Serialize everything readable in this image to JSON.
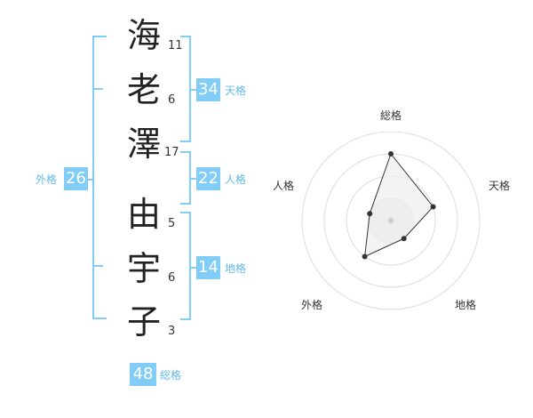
{
  "name": {
    "surname": [
      {
        "char": "海",
        "strokes": "11"
      },
      {
        "char": "老",
        "strokes": "6"
      },
      {
        "char": "澤",
        "strokes": "17"
      }
    ],
    "given": [
      {
        "char": "由",
        "strokes": "5"
      },
      {
        "char": "宇",
        "strokes": "6"
      },
      {
        "char": "子",
        "strokes": "3"
      }
    ]
  },
  "fortunes": {
    "tenkaku": {
      "label": "天格",
      "value": "34"
    },
    "jinkaku": {
      "label": "人格",
      "value": "22"
    },
    "chikaku": {
      "label": "地格",
      "value": "14"
    },
    "gaikaku": {
      "label": "外格",
      "value": "26"
    },
    "soukaku": {
      "label": "総格",
      "value": "48"
    }
  },
  "colors": {
    "accent": "#82cdf7",
    "accent_text": "#64b9e8",
    "ring": "#dddddd",
    "polygon_fill": "#eeeeee",
    "point": "#333333"
  },
  "chart_data": {
    "type": "radar",
    "axes": [
      "総格",
      "天格",
      "地格",
      "外格",
      "人格"
    ],
    "values": [
      0.75,
      0.5,
      0.25,
      0.5,
      0.25
    ],
    "range": [
      0,
      1
    ],
    "rings": 4
  }
}
